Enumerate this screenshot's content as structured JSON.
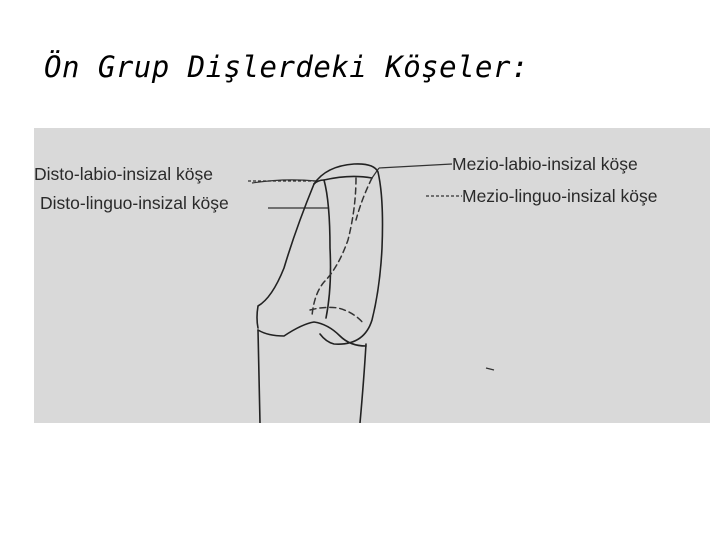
{
  "slide": {
    "title": "Ön Grup Dişlerdeki Köşeler:"
  },
  "diagram": {
    "labels": {
      "disto_labio_insizal": "Disto-labio-insizal köşe",
      "disto_linguo_insizal": "Disto-linguo-insizal köşe",
      "mezio_labio_insizal": "Mezio-labio-insizal köşe",
      "mezio_linguo_insizal": "Mezio-linguo-insizal köşe"
    },
    "colors": {
      "panel_background": "#d9d9d9",
      "ink": "#222222"
    }
  }
}
